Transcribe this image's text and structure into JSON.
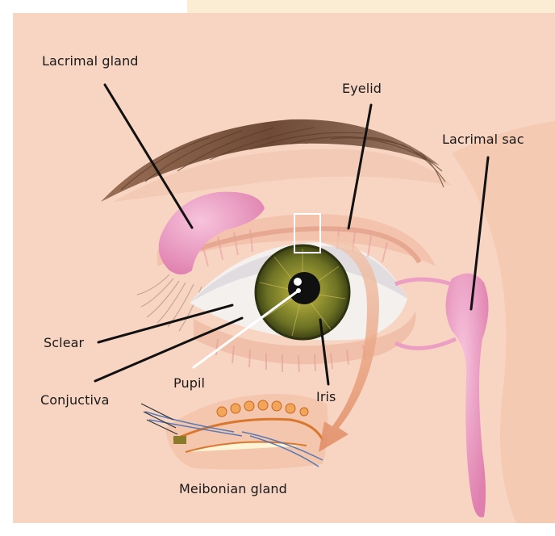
{
  "labels": {
    "lacrimal_gland": "Lacrimal gland",
    "eyelid": "Eyelid",
    "lacrimal_sac": "Lacrimal sac",
    "sclear": "Sclear",
    "pupil": "Pupil",
    "iris": "Iris",
    "conjuctiva": "Conjuctiva",
    "meibonian_gland": "Meibonian gland"
  },
  "colors": {
    "background_skin": "#f8d5c2",
    "top_banner": "#fbedd3",
    "gland_pink": "#ec9fc3",
    "iris_green": "#8a8a2a",
    "leader_line": "#111111",
    "pupil_line": "#ffffff"
  }
}
